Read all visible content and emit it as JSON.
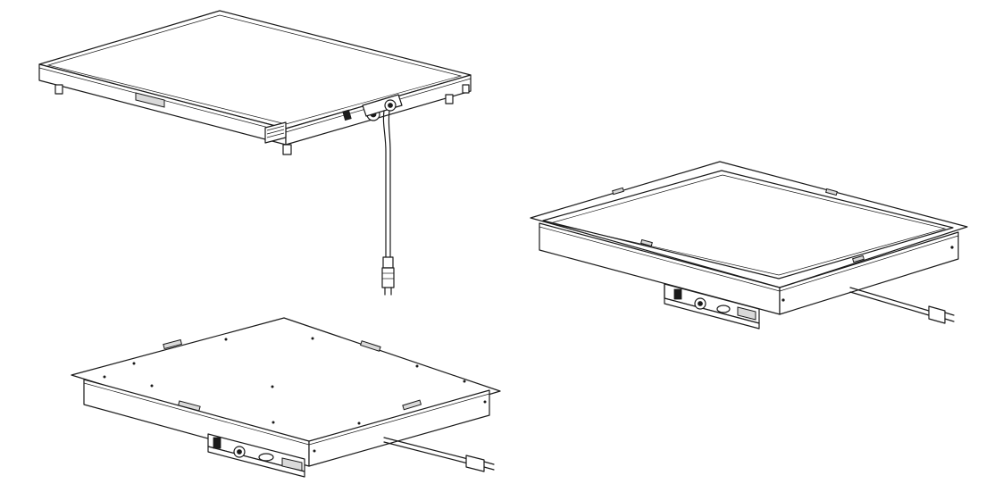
{
  "figure": {
    "views": [
      {
        "id": "countertop-warmer"
      },
      {
        "id": "drop-in-top-view"
      },
      {
        "id": "drop-in-underside-view"
      }
    ]
  },
  "colors": {
    "line": "#1a1a1a",
    "background": "#ffffff",
    "label_fill": "#d9d9d9"
  }
}
